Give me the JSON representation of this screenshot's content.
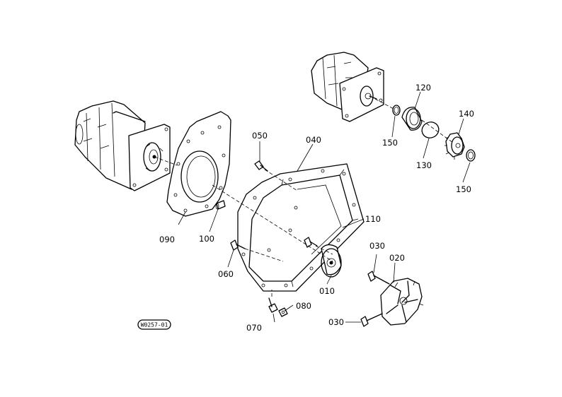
{
  "labels": {
    "p010": "010",
    "p020": "020",
    "p030a": "030",
    "p030b": "030",
    "p040": "040",
    "p050": "050",
    "p060": "060",
    "p070": "070",
    "p080": "080",
    "p090": "090",
    "p100": "100",
    "p110": "110",
    "p120": "120",
    "p130": "130",
    "p140": "140",
    "p150a": "150",
    "p150b": "150"
  },
  "drawing_ref": "W0257-01"
}
